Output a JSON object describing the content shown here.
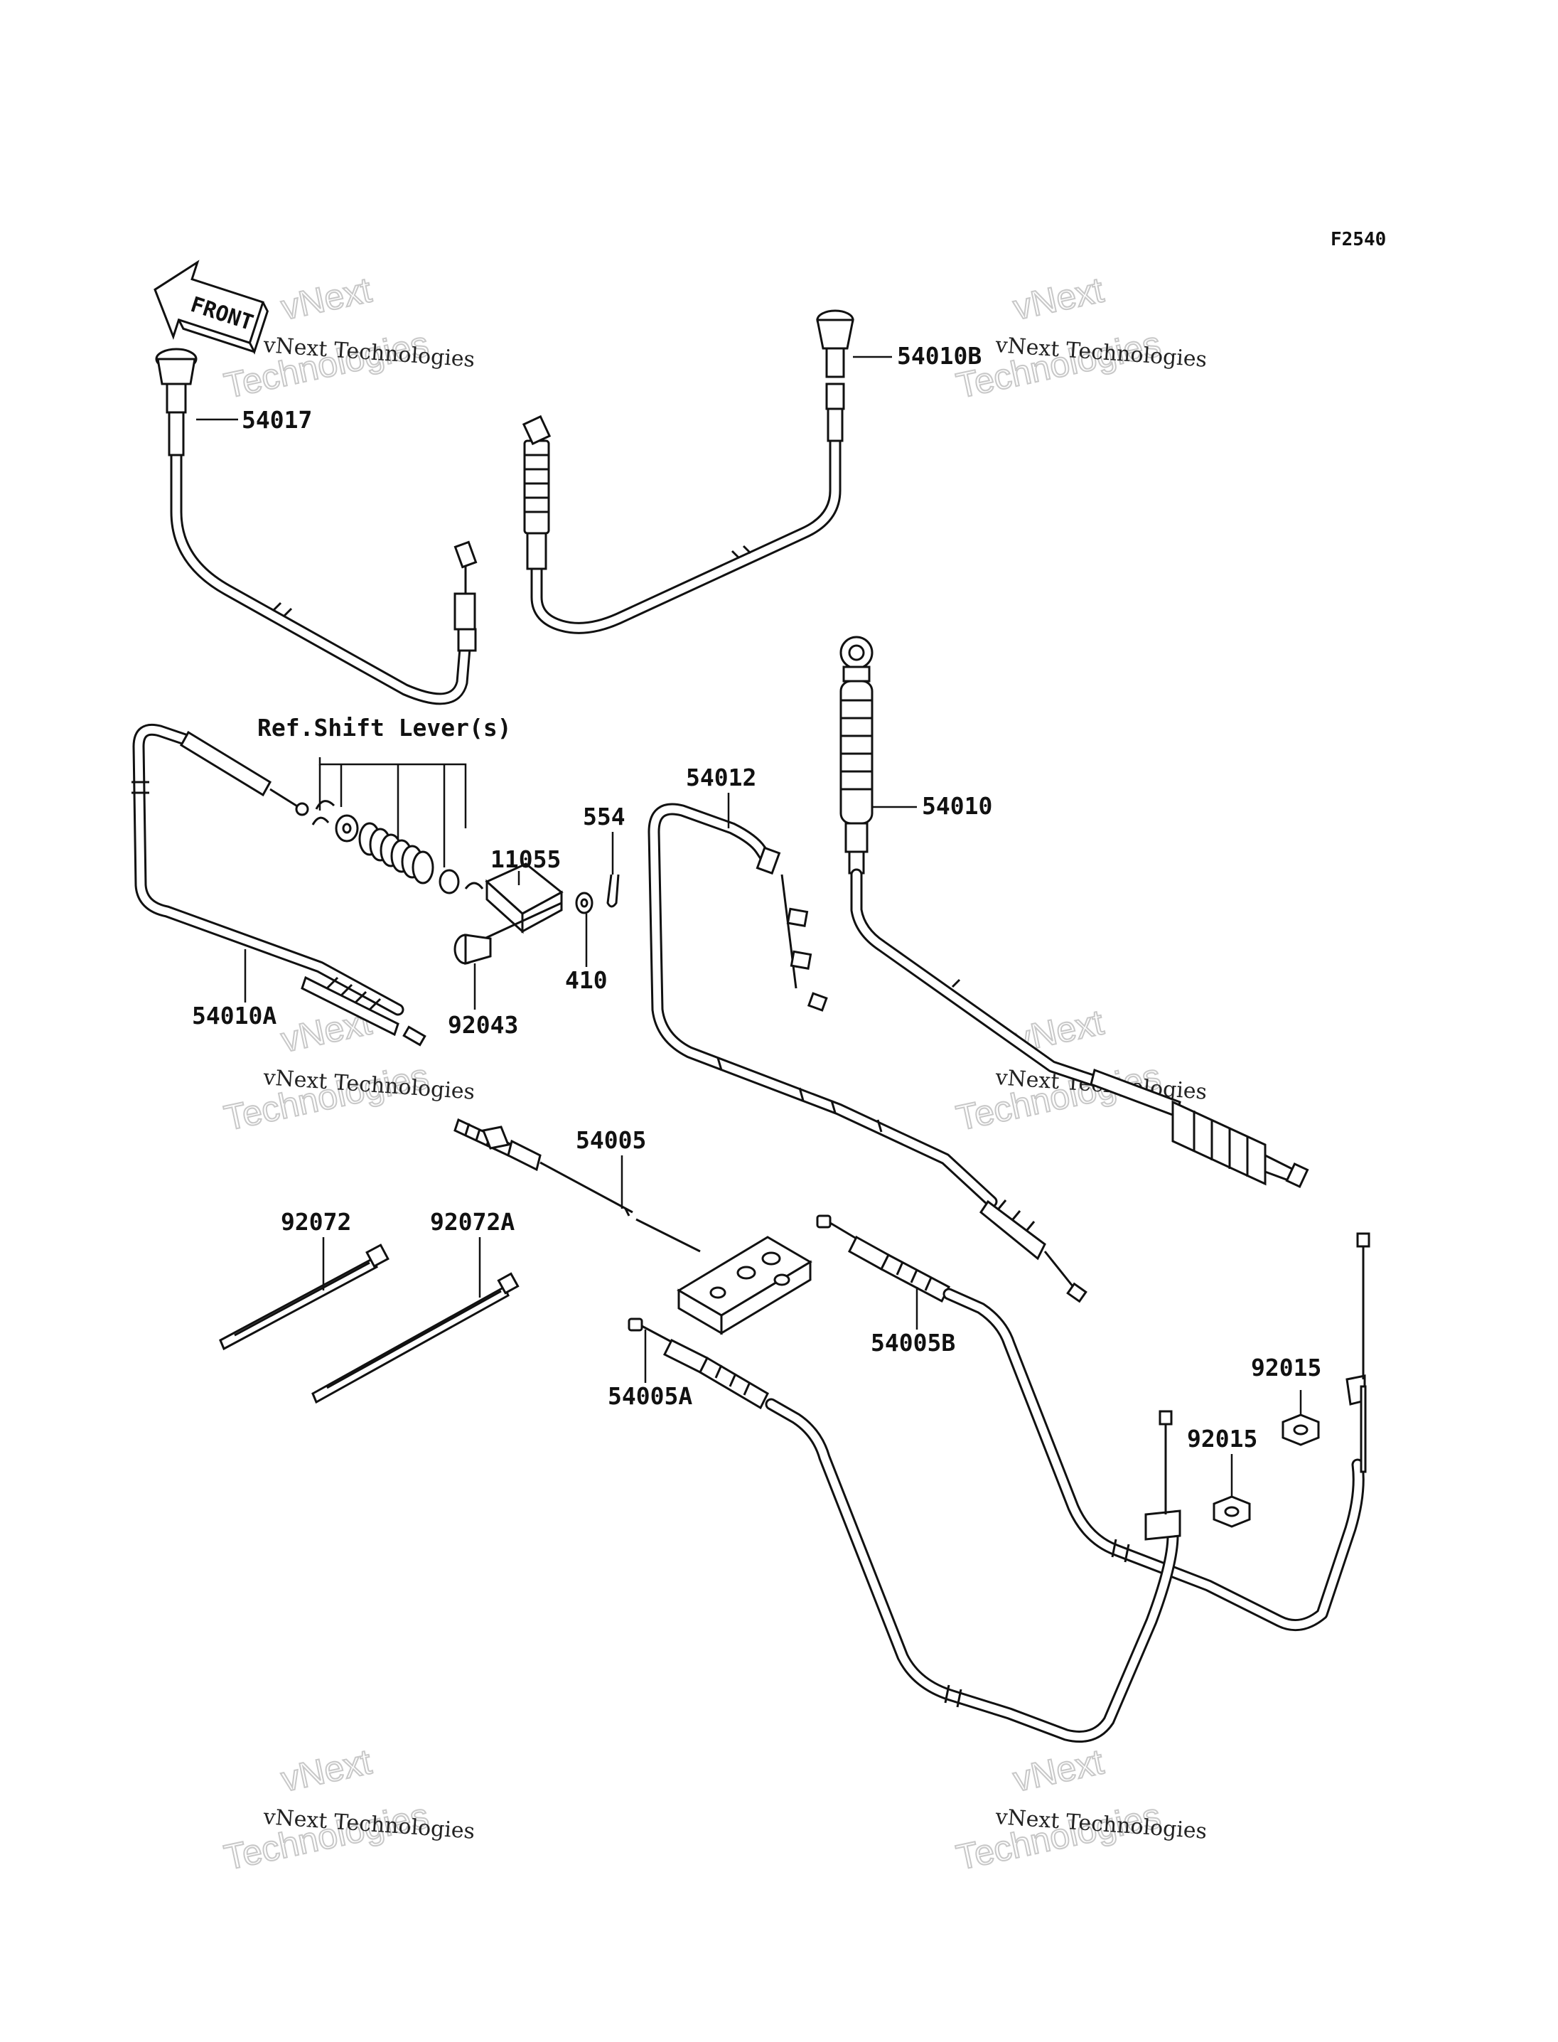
{
  "diagram": {
    "figure_code": "F2540",
    "front_arrow_label": "FRONT",
    "reference_note": "Ref.Shift Lever(s)",
    "watermark": {
      "line1": "vNext Technologies",
      "line2": "Technologies",
      "ghost": "vNext"
    },
    "part_labels": {
      "p54017": "54017",
      "p54010B": "54010B",
      "p54012": "54012",
      "p54010": "54010",
      "p554": "554",
      "p11055": "11055",
      "p410": "410",
      "p92043": "92043",
      "p54010A": "54010A",
      "p54005": "54005",
      "p92072": "92072",
      "p92072A": "92072A",
      "p54005B": "54005B",
      "p54005A": "54005A",
      "p92015a": "92015",
      "p92015b": "92015"
    }
  }
}
